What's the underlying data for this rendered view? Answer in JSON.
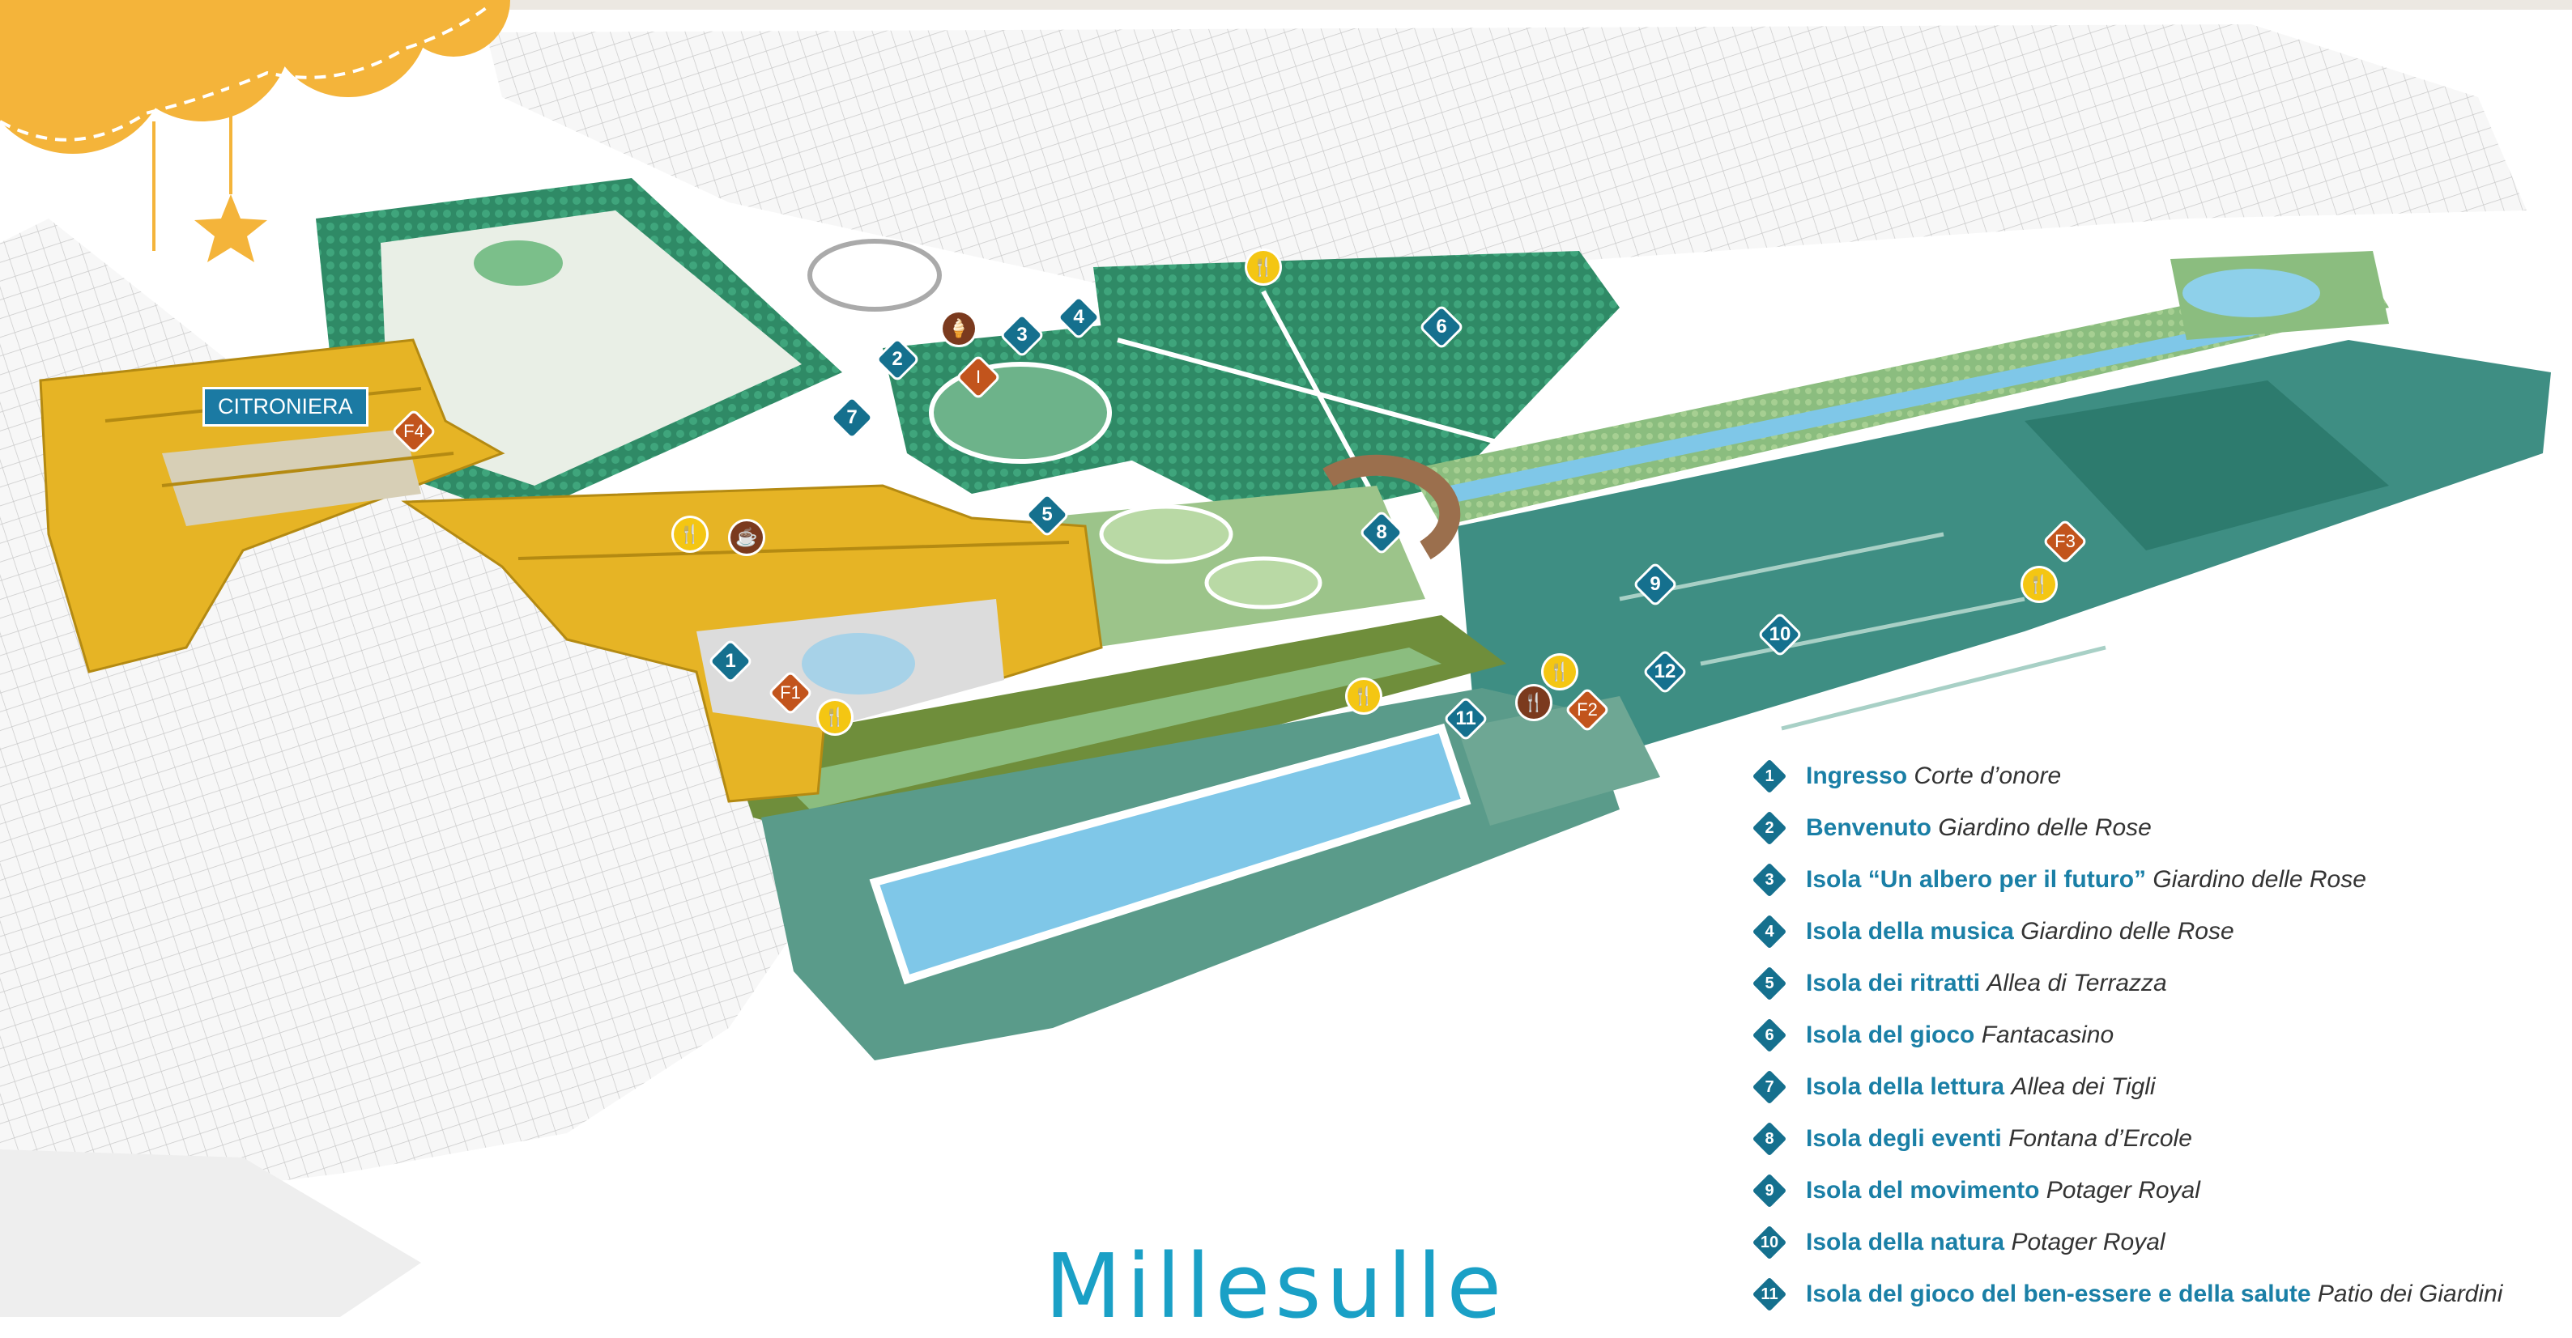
{
  "map": {
    "building_label": "CITRONIERA",
    "brand_text": "Millesulle",
    "colors": {
      "palace": "#e6b425",
      "garden_dark": "#2f8a66",
      "garden_light": "#8bbd7f",
      "water": "#7fc7e8",
      "marker_blue": "#15708e",
      "marker_orange": "#c2541c",
      "service_yellow": "#f4c613",
      "service_brown": "#7b3a1e",
      "legend_title": "#1a7fa6",
      "cloud": "#f4b43a"
    }
  },
  "markers": [
    {
      "num": "1",
      "kind": "blue"
    },
    {
      "num": "2",
      "kind": "blue"
    },
    {
      "num": "3",
      "kind": "blue"
    },
    {
      "num": "4",
      "kind": "blue"
    },
    {
      "num": "5",
      "kind": "blue"
    },
    {
      "num": "6",
      "kind": "blue"
    },
    {
      "num": "7",
      "kind": "blue"
    },
    {
      "num": "8",
      "kind": "blue"
    },
    {
      "num": "9",
      "kind": "blue"
    },
    {
      "num": "10",
      "kind": "blue"
    },
    {
      "num": "11",
      "kind": "blue"
    },
    {
      "num": "12",
      "kind": "blue"
    },
    {
      "num": "F1",
      "kind": "orange"
    },
    {
      "num": "F2",
      "kind": "orange"
    },
    {
      "num": "F3",
      "kind": "orange"
    },
    {
      "num": "F4",
      "kind": "orange"
    },
    {
      "num": "I",
      "kind": "orange"
    }
  ],
  "services": [
    {
      "icon": "restaurant-icon",
      "glyph": "🍴",
      "kind": "yellow"
    },
    {
      "icon": "restaurant-icon",
      "glyph": "🍴",
      "kind": "yellow"
    },
    {
      "icon": "restaurant-icon",
      "glyph": "🍴",
      "kind": "yellow"
    },
    {
      "icon": "restaurant-icon",
      "glyph": "🍴",
      "kind": "yellow"
    },
    {
      "icon": "restaurant-icon",
      "glyph": "🍴",
      "kind": "yellow"
    },
    {
      "icon": "restaurant-icon",
      "glyph": "🍴",
      "kind": "yellow"
    },
    {
      "icon": "coffee-icon",
      "glyph": "☕",
      "kind": "brown"
    },
    {
      "icon": "ice-cream-icon",
      "glyph": "🍦",
      "kind": "brown"
    },
    {
      "icon": "restaurant-icon",
      "glyph": "🍴",
      "kind": "brown"
    }
  ],
  "legend": [
    {
      "num": "1",
      "title": "Ingresso",
      "place": "Corte d’onore"
    },
    {
      "num": "2",
      "title": "Benvenuto",
      "place": "Giardino delle Rose"
    },
    {
      "num": "3",
      "title": "Isola “Un albero per il futuro”",
      "place": "Giardino delle Rose"
    },
    {
      "num": "4",
      "title": "Isola della musica",
      "place": "Giardino delle Rose"
    },
    {
      "num": "5",
      "title": "Isola dei ritratti",
      "place": "Allea di Terrazza"
    },
    {
      "num": "6",
      "title": "Isola del gioco",
      "place": "Fantacasino"
    },
    {
      "num": "7",
      "title": "Isola della lettura",
      "place": "Allea dei Tigli"
    },
    {
      "num": "8",
      "title": "Isola degli eventi",
      "place": "Fontana d’Ercole"
    },
    {
      "num": "9",
      "title": "Isola del movimento",
      "place": "Potager Royal"
    },
    {
      "num": "10",
      "title": "Isola della natura",
      "place": "Potager Royal"
    },
    {
      "num": "11",
      "title": "Isola del gioco del ben-essere e della salute",
      "place": "Patio dei Giardini"
    }
  ]
}
